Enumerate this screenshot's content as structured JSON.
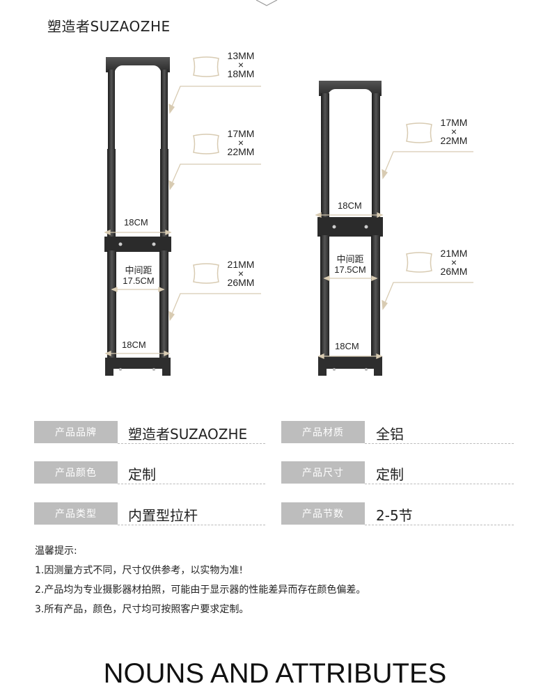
{
  "header": {
    "brand_title": "塑造者SUZAOZHE"
  },
  "diagrams": [
    {
      "name": "long-handle",
      "tube_sizes": [
        {
          "top": "13MM",
          "x": "×",
          "bottom": "18MM"
        },
        {
          "top": "17MM",
          "x": "×",
          "bottom": "22MM"
        },
        {
          "top": "21MM",
          "x": "×",
          "bottom": "26MM"
        }
      ],
      "width_top": "18CM",
      "center_label": "中间距",
      "center_value": "17.5CM",
      "width_bottom": "18CM"
    },
    {
      "name": "short-handle",
      "tube_sizes": [
        {
          "top": "17MM",
          "x": "×",
          "bottom": "22MM"
        },
        {
          "top": "21MM",
          "x": "×",
          "bottom": "26MM"
        }
      ],
      "width_top": "18CM",
      "center_label": "中间距",
      "center_value": "17.5CM",
      "width_bottom": "18CM"
    }
  ],
  "specs": {
    "left": [
      {
        "label": "产品品牌",
        "value": "塑造者SUZAOZHE"
      },
      {
        "label": "产品颜色",
        "value": "定制"
      },
      {
        "label": "产品类型",
        "value": "内置型拉杆"
      }
    ],
    "right": [
      {
        "label": "产品材质",
        "value": "全铝"
      },
      {
        "label": "产品尺寸",
        "value": "定制"
      },
      {
        "label": "产品节数",
        "value": "2-5节"
      }
    ]
  },
  "tips": {
    "heading": "温馨提示:",
    "items": [
      "1.因测量方式不同，尺寸仅供参考，以实物为准!",
      "2.产品均为专业摄影器材拍照，可能由于显示器的性能差异而存在颜色偏差。",
      "3.所有产品，颜色，尺寸均可按照客户要求定制。"
    ]
  },
  "footer": {
    "title": "NOUNS AND ATTRIBUTES"
  },
  "colors": {
    "label_bg": "#bdbdbd",
    "accent_line": "#d8cbb2",
    "handle": "#2e2e2e"
  }
}
